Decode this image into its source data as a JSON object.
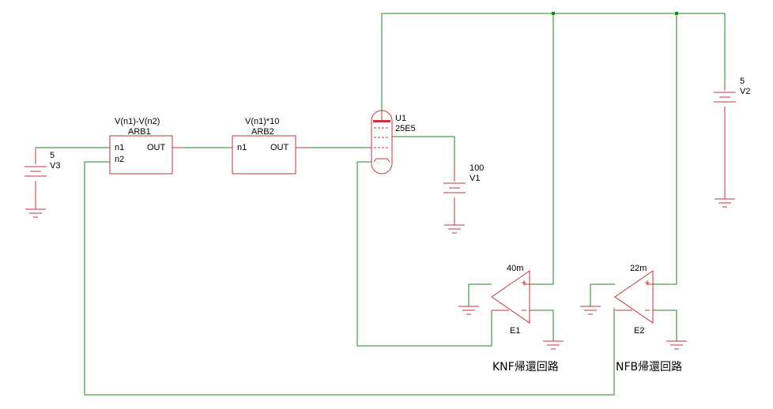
{
  "components": {
    "v3": {
      "ref": "V3",
      "value": "5"
    },
    "v1": {
      "ref": "V1",
      "value": "100"
    },
    "v2": {
      "ref": "V2",
      "value": "5"
    },
    "arb1": {
      "ref": "ARB1",
      "expr": "V(n1)-V(n2)",
      "pin_n1": "n1",
      "pin_n2": "n2",
      "pin_out": "OUT"
    },
    "arb2": {
      "ref": "ARB2",
      "expr": "V(n1)*10",
      "pin_n1": "n1",
      "pin_out": "OUT"
    },
    "u1": {
      "ref": "U1",
      "model": "25E5"
    },
    "e1": {
      "ref": "E1",
      "gain": "40m",
      "caption": "KNF帰還回路"
    },
    "e2": {
      "ref": "E2",
      "gain": "22m",
      "caption": "NFB帰還回路"
    }
  },
  "colors": {
    "wire": "#1e8a1e",
    "component": "#c8323c",
    "text": "#000000"
  }
}
